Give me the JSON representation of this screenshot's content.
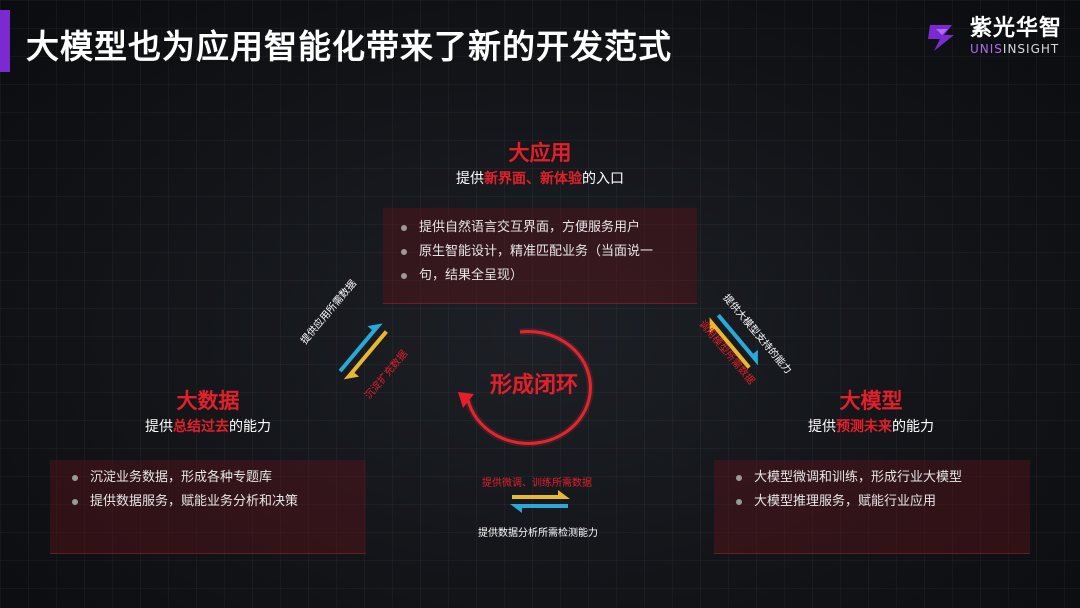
{
  "header": {
    "title": "大模型也为应用智能化带来了新的开发范式",
    "logo_cn": "紫光华智",
    "logo_en_a": "UNIS",
    "logo_en_b": "INSIGHT"
  },
  "center": {
    "label": "形成闭环"
  },
  "nodes": {
    "app": {
      "title": "大应用",
      "sub_pre": "提供",
      "sub_hl": "新界面、新体验",
      "sub_post": "的入口",
      "items": [
        "提供自然语言交互界面，方便服务用户",
        "原生智能设计，精准匹配业务（当面说一",
        "句，结果全呈现）"
      ]
    },
    "data": {
      "title": "大数据",
      "sub_pre": "提供",
      "sub_hl": "总结过去",
      "sub_post": "的能力",
      "items": [
        "沉淀业务数据，形成各种专题库",
        "提供数据服务，赋能业务分析和决策"
      ]
    },
    "model": {
      "title": "大模型",
      "sub_pre": "提供",
      "sub_hl": "预测未来",
      "sub_post": "的能力",
      "items": [
        "大模型微调和训练，形成行业大模型",
        "大模型推理服务，赋能行业应用"
      ]
    }
  },
  "flows": {
    "left_up": "提供应用所需数据",
    "left_down": "沉淀扩充数据",
    "right_up": "提供大模型支持的能力",
    "right_down": "调用模型所需数据",
    "bottom_top": "提供微调、训练所需数据",
    "bottom_bottom": "提供数据分析所需检测能力"
  },
  "colors": {
    "accent": "#e3202a",
    "brand": "#7b2ad1",
    "cyan": "#2aa9d8",
    "gold": "#e8b830"
  }
}
